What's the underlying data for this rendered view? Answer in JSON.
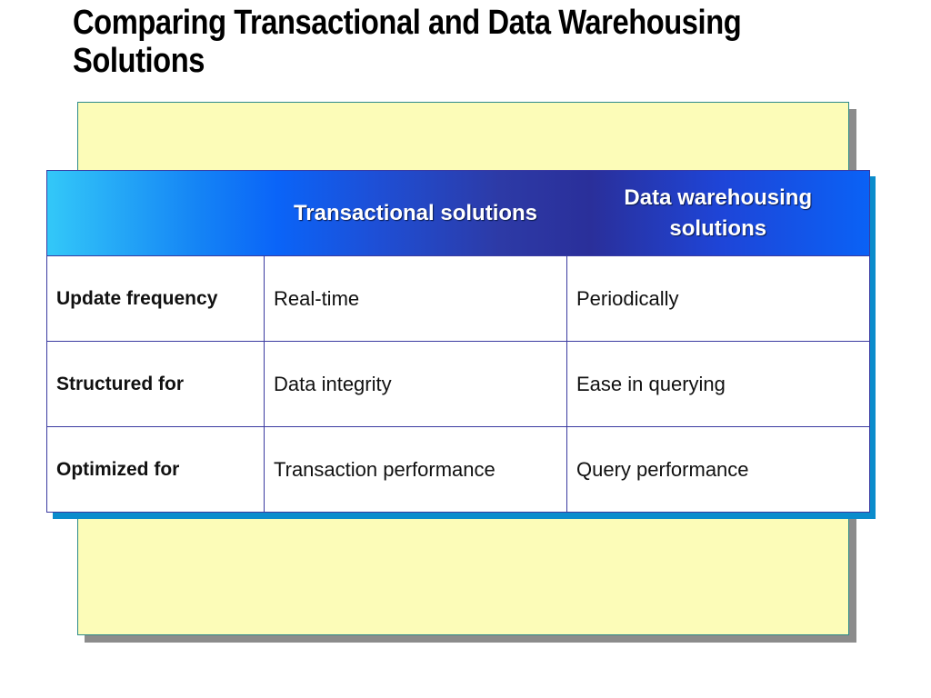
{
  "slide": {
    "title": "Comparing Transactional and Data Warehousing Solutions"
  },
  "table": {
    "headers": [
      "",
      "Transactional solutions",
      "Data warehousing solutions"
    ],
    "rows": [
      {
        "label": "Update frequency",
        "transactional": "Real-time",
        "warehousing": "Periodically"
      },
      {
        "label": "Structured for",
        "transactional": "Data integrity",
        "warehousing": "Ease in querying"
      },
      {
        "label": "Optimized for",
        "transactional": "Transaction performance",
        "warehousing": "Query performance"
      }
    ]
  },
  "colors": {
    "panel": "#fcfcb8",
    "panel_border": "#2c8a8a",
    "header_gradient_start": "#33c8f8",
    "header_gradient_mid": "#2a2f9a",
    "header_gradient_end": "#0a62f6",
    "table_shadow": "#0b8ccc",
    "grid_line": "#3a3aa0"
  }
}
